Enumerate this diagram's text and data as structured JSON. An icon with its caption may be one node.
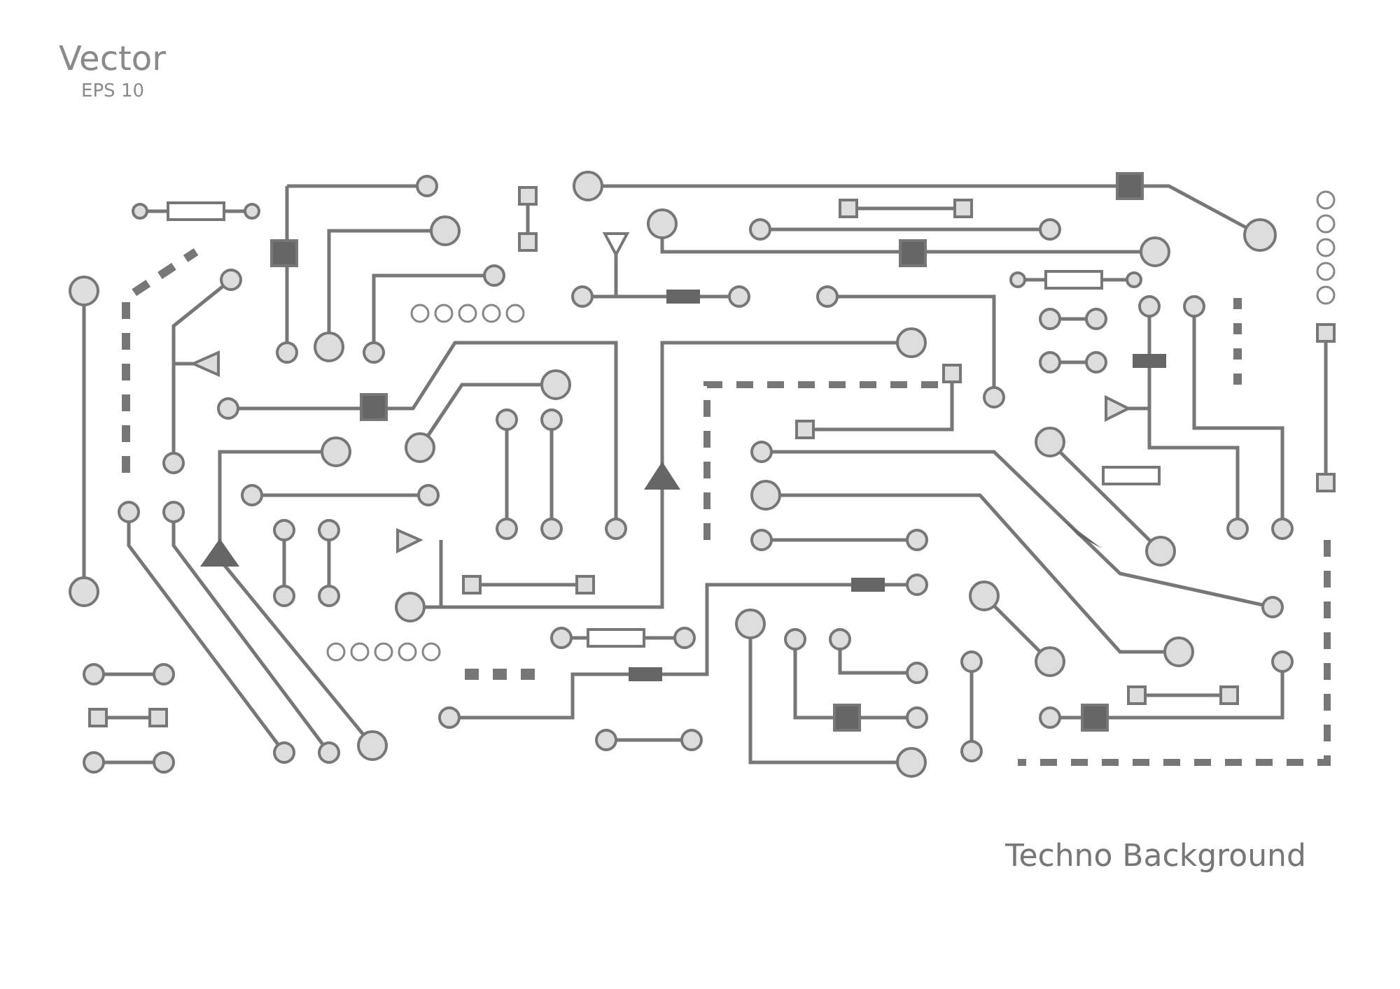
{
  "diagram": {
    "labels": [
      "Vector",
      "EPS 10",
      "Techno Background"
    ]
  }
}
